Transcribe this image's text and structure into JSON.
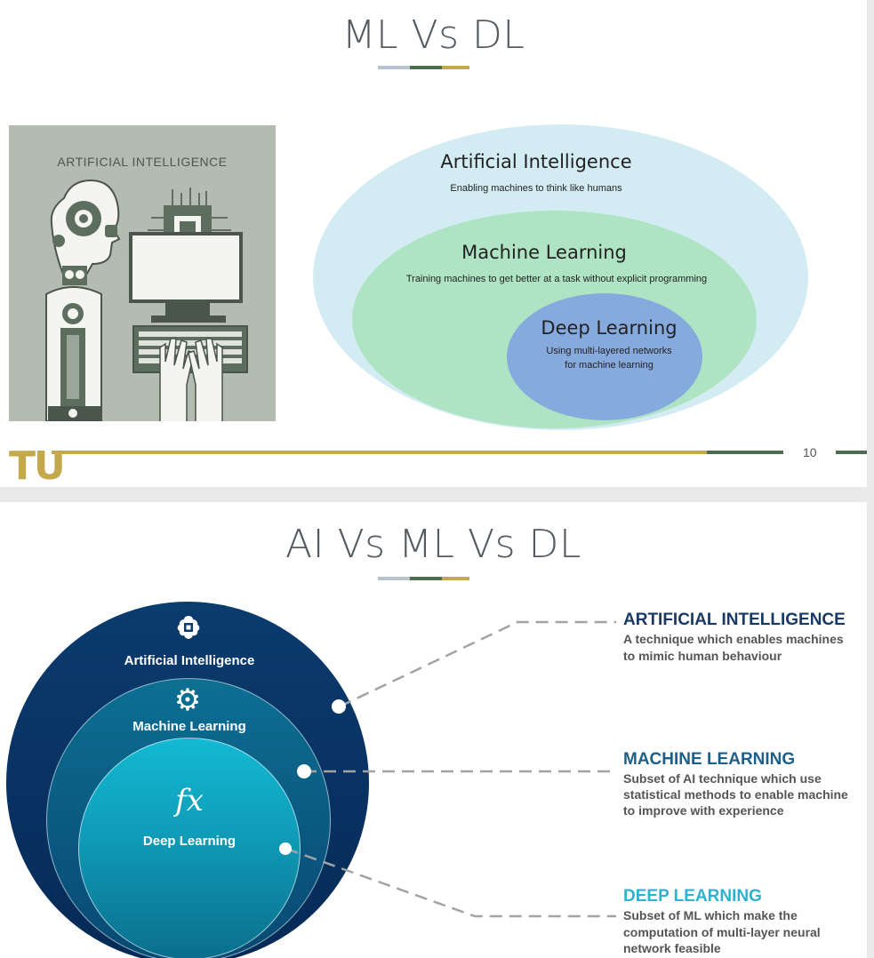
{
  "slide1": {
    "title": "ML Vs DL",
    "illustration": {
      "label": "ARTIFICIAL INTELLIGENCE",
      "icon": "robot-and-computer-illustration"
    },
    "venn": {
      "ai": {
        "title": "Artificial Intelligence",
        "desc": "Enabling machines to think like humans"
      },
      "ml": {
        "title": "Machine Learning",
        "desc": "Training machines to get better at a task without explicit programming"
      },
      "dl": {
        "title": "Deep Learning",
        "desc_line1": "Using multi-layered networks",
        "desc_line2": "for machine learning"
      }
    },
    "footer": {
      "logo": "TU",
      "page_number": "10"
    }
  },
  "slide2": {
    "title": "AI Vs ML Vs DL",
    "circles": {
      "ai": {
        "label": "Artificial Intelligence",
        "icon": "brain-chip-icon"
      },
      "ml": {
        "label": "Machine Learning",
        "icon": "gear-icon"
      },
      "dl": {
        "label": "Deep Learning",
        "icon": "fx-function-icon",
        "icon_text": "fx"
      }
    },
    "descriptions": {
      "ai": {
        "heading": "ARTIFICIAL INTELLIGENCE",
        "line1": "A technique which enables machines",
        "line2": "to mimic human behaviour"
      },
      "ml": {
        "heading": "MACHINE LEARNING",
        "line1": "Subset of AI technique which use",
        "line2": "statistical methods to enable machine",
        "line3": "to improve with experience"
      },
      "dl": {
        "heading": "DEEP LEARNING",
        "line1": "Subset of ML which make the",
        "line2": "computation of multi-layer neural",
        "line3": "network feasible"
      }
    }
  },
  "colors": {
    "title_gray": "#555b60",
    "gold": "#c6a84c",
    "dark_green": "#4d6b4f",
    "light_blue_gray": "#b7c4cf",
    "venn_ai": "#d3ecf3",
    "venn_ml": "#aee4c3",
    "venn_dl": "#86a9de",
    "navy": "#0a3563",
    "ai_heading": "#1a3a63",
    "ml_heading": "#1c5f88",
    "dl_heading": "#2bb3d1"
  }
}
